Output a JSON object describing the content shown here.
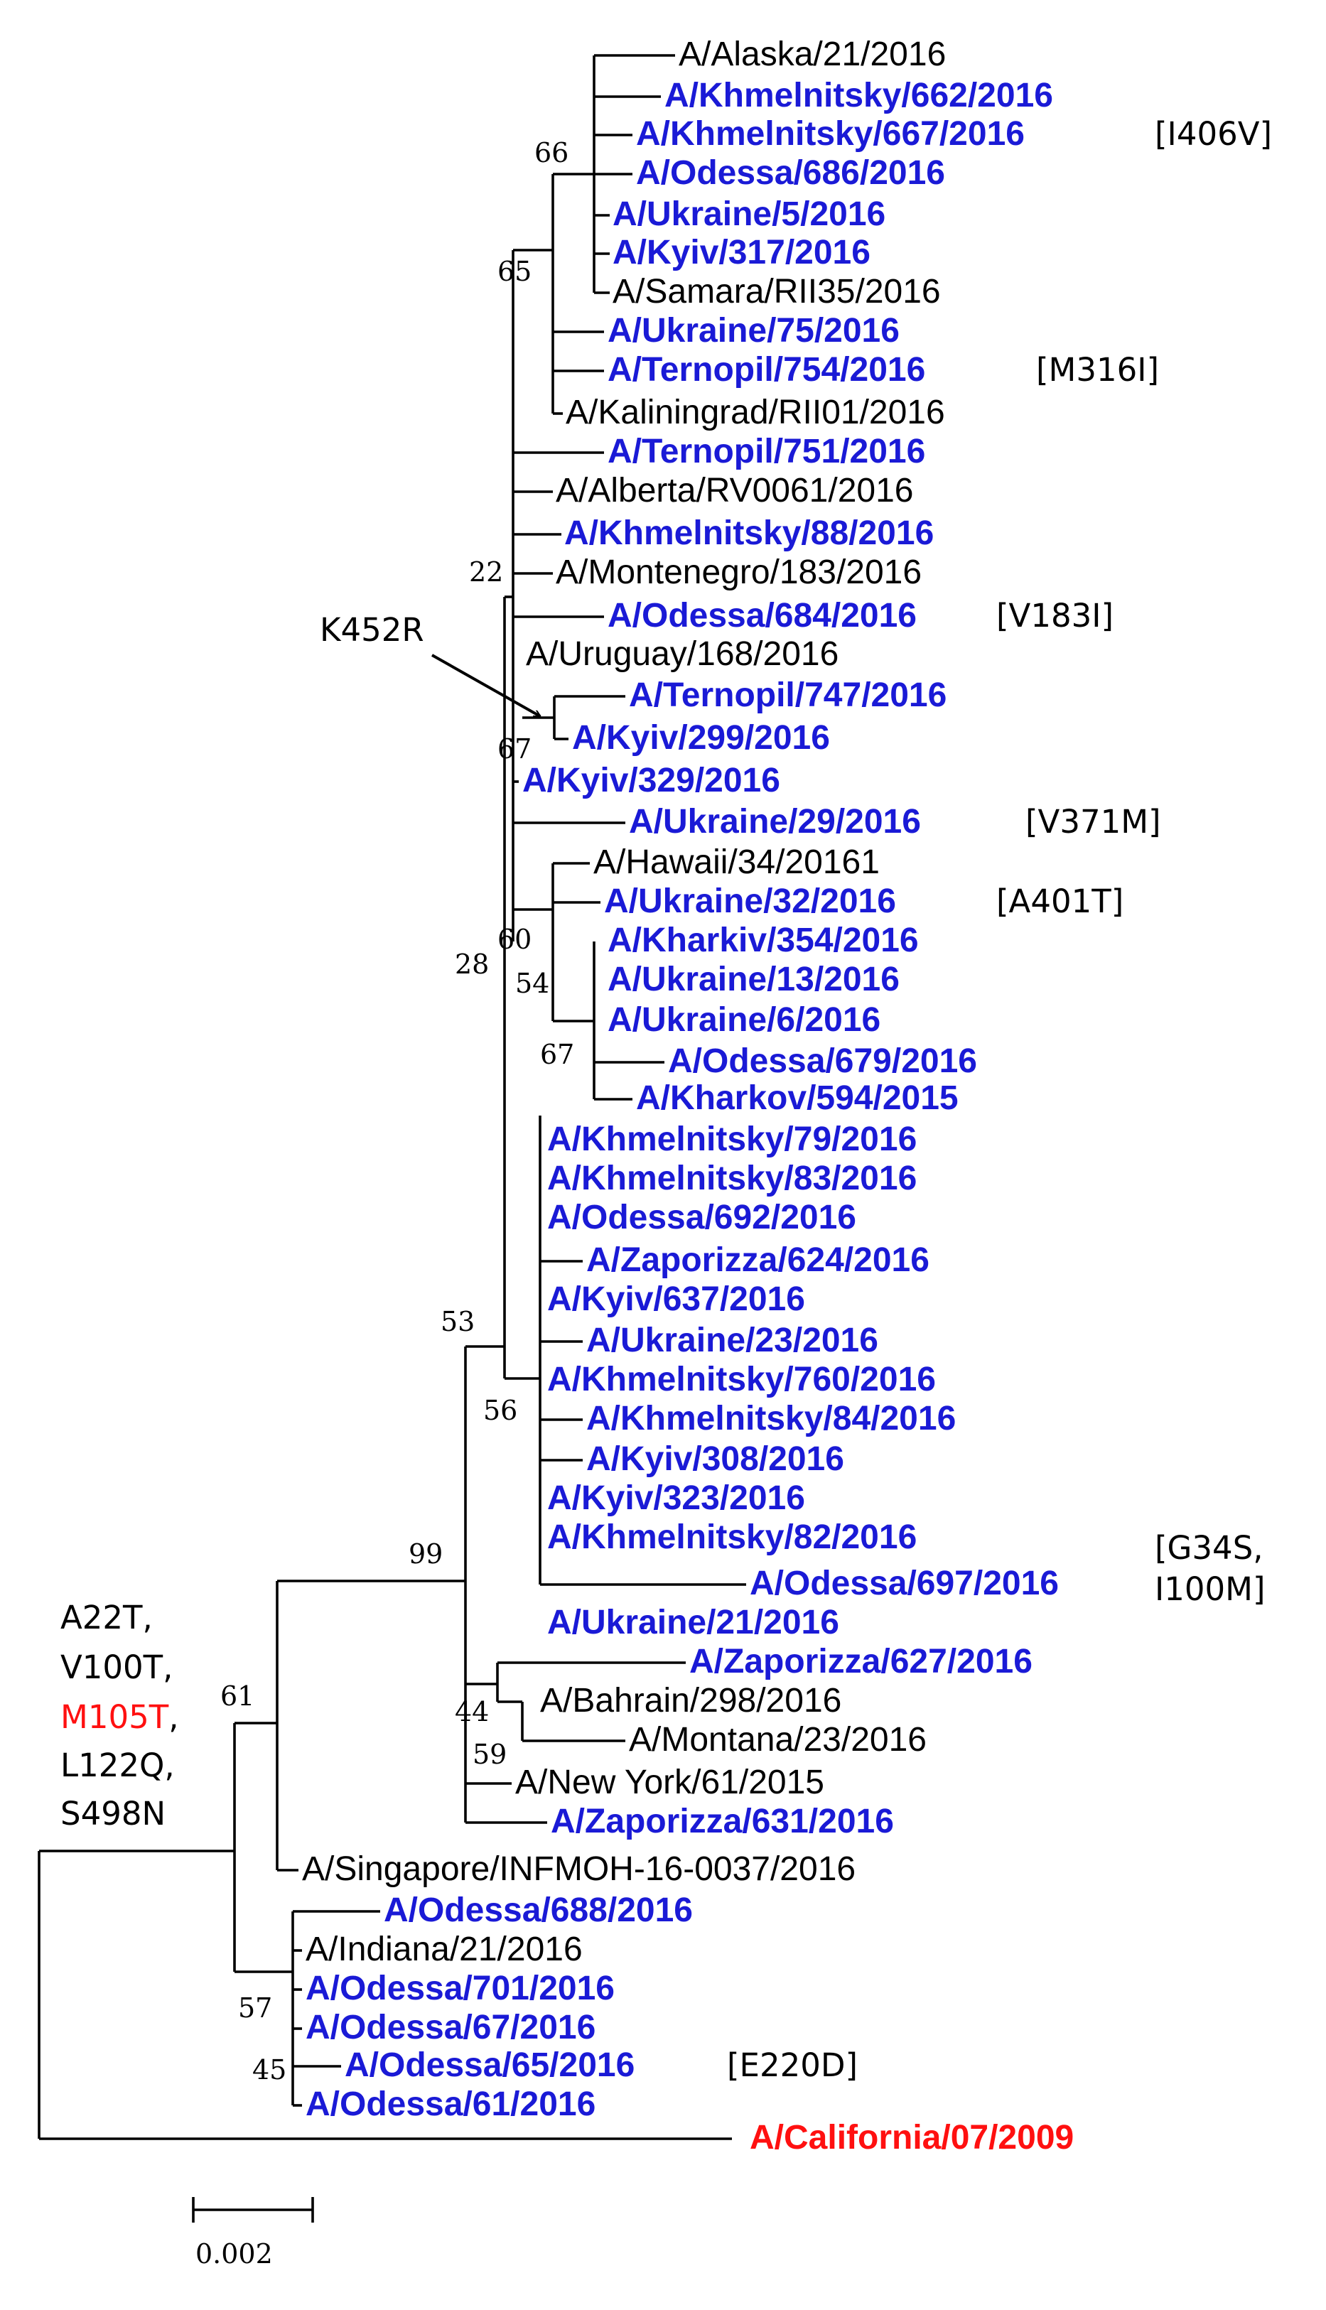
{
  "tips": [
    {
      "label": "A/Alaska/21/2016",
      "style": "black"
    },
    {
      "label": "A/Khmelnitsky/662/2016",
      "style": "blue"
    },
    {
      "label": "A/Khmelnitsky/667/2016",
      "style": "blue",
      "mutation": "[I406V]"
    },
    {
      "label": "A/Odessa/686/2016",
      "style": "blue"
    },
    {
      "label": "A/Ukraine/5/2016",
      "style": "blue"
    },
    {
      "label": "A/Kyiv/317/2016",
      "style": "blue"
    },
    {
      "label": "A/Samara/RII35/2016",
      "style": "black"
    },
    {
      "label": "A/Ukraine/75/2016",
      "style": "blue"
    },
    {
      "label": "A/Ternopil/754/2016",
      "style": "blue",
      "mutation": "[M316I]"
    },
    {
      "label": "A/Kaliningrad/RII01/2016",
      "style": "black"
    },
    {
      "label": "A/Ternopil/751/2016",
      "style": "blue"
    },
    {
      "label": "A/Alberta/RV0061/2016",
      "style": "black"
    },
    {
      "label": "A/Khmelnitsky/88/2016",
      "style": "blue"
    },
    {
      "label": "A/Montenegro/183/2016",
      "style": "black"
    },
    {
      "label": "A/Odessa/684/2016",
      "style": "blue",
      "mutation": "[V183I]"
    },
    {
      "label": "A/Uruguay/168/2016",
      "style": "black"
    },
    {
      "label": "A/Ternopil/747/2016",
      "style": "blue"
    },
    {
      "label": "A/Kyiv/299/2016",
      "style": "blue"
    },
    {
      "label": "A/Kyiv/329/2016",
      "style": "blue"
    },
    {
      "label": "A/Ukraine/29/2016",
      "style": "blue",
      "mutation": "[V371M]"
    },
    {
      "label": "A/Hawaii/34/20161",
      "style": "black"
    },
    {
      "label": "A/Ukraine/32/2016",
      "style": "blue",
      "mutation": "[A401T]"
    },
    {
      "label": "A/Kharkiv/354/2016",
      "style": "blue"
    },
    {
      "label": "A/Ukraine/13/2016",
      "style": "blue"
    },
    {
      "label": "A/Ukraine/6/2016",
      "style": "blue"
    },
    {
      "label": "A/Odessa/679/2016",
      "style": "blue"
    },
    {
      "label": "A/Kharkov/594/2015",
      "style": "blue"
    },
    {
      "label": "A/Khmelnitsky/79/2016",
      "style": "blue"
    },
    {
      "label": "A/Khmelnitsky/83/2016",
      "style": "blue"
    },
    {
      "label": "A/Odessa/692/2016",
      "style": "blue"
    },
    {
      "label": "A/Zaporizza/624/2016",
      "style": "blue"
    },
    {
      "label": "A/Kyiv/637/2016",
      "style": "blue"
    },
    {
      "label": "A/Ukraine/23/2016",
      "style": "blue"
    },
    {
      "label": "A/Khmelnitsky/760/2016",
      "style": "blue"
    },
    {
      "label": "A/Khmelnitsky/84/2016",
      "style": "blue"
    },
    {
      "label": "A/Kyiv/308/2016",
      "style": "blue"
    },
    {
      "label": "A/Kyiv/323/2016",
      "style": "blue"
    },
    {
      "label": "A/Khmelnitsky/82/2016",
      "style": "blue"
    },
    {
      "label": "A/Odessa/697/2016",
      "style": "blue"
    },
    {
      "label": "A/Ukraine/21/2016",
      "style": "blue"
    },
    {
      "label": "A/Zaporizza/627/2016",
      "style": "blue"
    },
    {
      "label": "A/Bahrain/298/2016",
      "style": "black"
    },
    {
      "label": "A/Montana/23/2016",
      "style": "black"
    },
    {
      "label": "A/New York/61/2015",
      "style": "black"
    },
    {
      "label": "A/Zaporizza/631/2016",
      "style": "blue"
    },
    {
      "label": "A/Singapore/INFMOH-16-0037/2016",
      "style": "black"
    },
    {
      "label": "A/Odessa/688/2016",
      "style": "blue"
    },
    {
      "label": "A/Indiana/21/2016",
      "style": "black"
    },
    {
      "label": "A/Odessa/701/2016",
      "style": "blue"
    },
    {
      "label": "A/Odessa/67/2016",
      "style": "blue"
    },
    {
      "label": "A/Odessa/65/2016",
      "style": "blue",
      "mutation": "[E220D]"
    },
    {
      "label": "A/Odessa/61/2016",
      "style": "blue"
    },
    {
      "label": "A/California/07/2009",
      "style": "red"
    }
  ],
  "multi_line_mutation": {
    "line1": "[G34S,",
    "line2": "I100M]"
  },
  "bootstrap": [
    "66",
    "65",
    "22",
    "67",
    "60",
    "54",
    "67",
    "28",
    "53",
    "56",
    "99",
    "61",
    "44",
    "59",
    "57",
    "45"
  ],
  "branch_annotation": "K452R",
  "clade_mutations": {
    "lines": [
      "A22T,",
      "V100T,",
      "M105T",
      ",",
      "L122Q,",
      "S498N"
    ],
    "highlight": "M105T",
    "highlight_color": "#ff1010"
  },
  "scale_bar": {
    "label": "0.002"
  },
  "colors": {
    "ukraine_isolates": "#1a1ad6",
    "reference_strain": "#ff1010",
    "other_isolates": "#000000"
  }
}
